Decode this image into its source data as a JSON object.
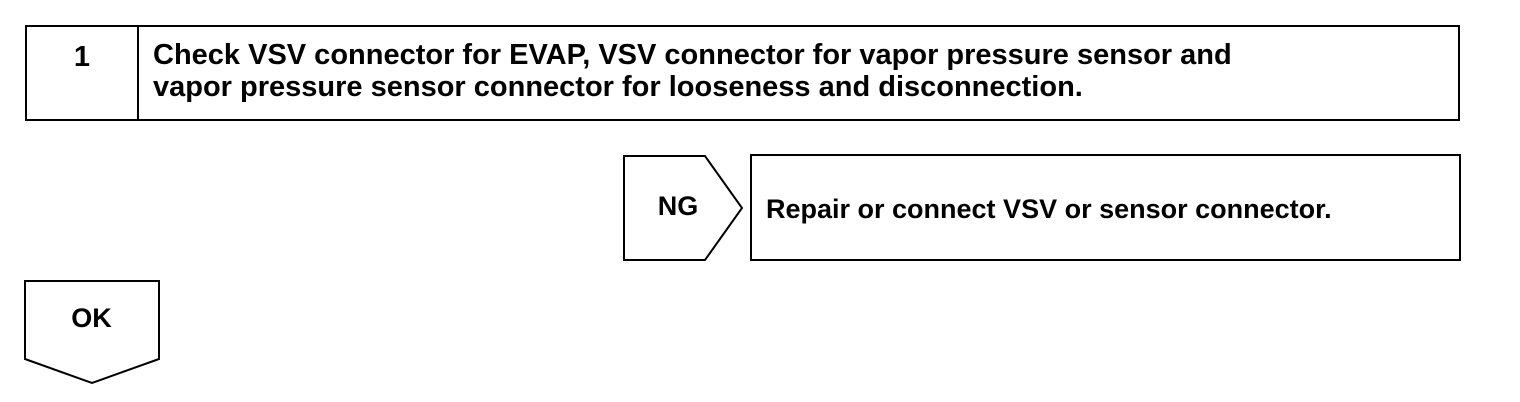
{
  "step": {
    "number": "1",
    "line1": "Check VSV connector for EVAP, VSV connector for vapor pressure sensor and",
    "line2": "vapor pressure sensor connector for looseness and disconnection."
  },
  "ng_branch": {
    "label": "NG",
    "action": "Repair or connect VSV or sensor connector."
  },
  "ok_branch": {
    "label": "OK"
  }
}
